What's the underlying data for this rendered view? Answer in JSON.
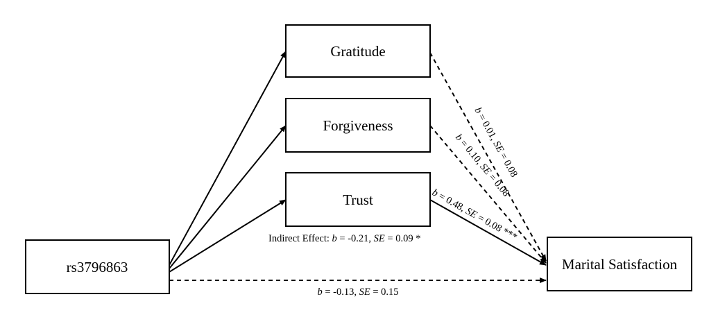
{
  "nodes": {
    "predictor": "rs3796863",
    "mediator_1": "Gratitude",
    "mediator_2": "Forgiveness",
    "mediator_3": "Trust",
    "outcome": "Marital Satisfaction"
  },
  "paths": {
    "gratitude_to_outcome": {
      "b_label": "b",
      "b_value": " = 0.01, ",
      "se_label": "SE",
      "se_value": " = 0.08",
      "significance": "",
      "line_style": "dashed"
    },
    "forgiveness_to_outcome": {
      "b_label": "b",
      "b_value": " = 0.10, ",
      "se_label": "SE",
      "se_value": " = 0.08",
      "significance": "",
      "line_style": "dashed"
    },
    "trust_to_outcome": {
      "b_label": "b",
      "b_value": " = 0.48, ",
      "se_label": "SE",
      "se_value": " = 0.08 ",
      "significance": "***",
      "line_style": "solid"
    },
    "direct_effect": {
      "b_label": "b",
      "b_value": " = -0.13, ",
      "se_label": "SE",
      "se_value": " = 0.15",
      "line_style": "dashed"
    },
    "indirect_effect": {
      "prefix": "Indirect Effect: ",
      "b_label": "b",
      "b_value": " = -0.21, ",
      "se_label": "SE",
      "se_value": " = 0.09 ",
      "significance": "*"
    }
  }
}
